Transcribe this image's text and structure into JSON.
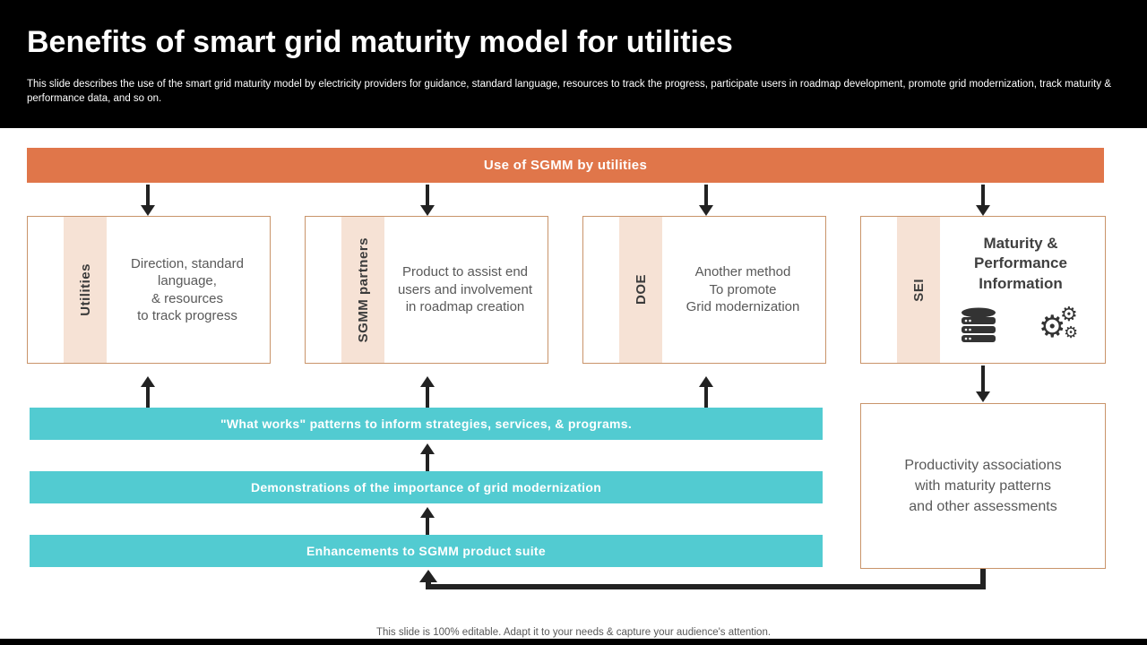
{
  "header": {
    "title": "Benefits of smart grid maturity model for utilities",
    "subtitle": "This slide describes the use of the smart grid maturity model by electricity providers for guidance, standard language, resources to track the progress, participate users in roadmap development, promote grid modernization, track maturity & performance data, and so on."
  },
  "banner": {
    "label": "Use of SGMM by utilities"
  },
  "boxes": [
    {
      "tag": "Utilities",
      "text": "Direction, standard\nlanguage,\n& resources\nto track progress"
    },
    {
      "tag": "SGMM partners",
      "text": "Product to assist end\nusers and involvement\nin roadmap creation"
    },
    {
      "tag": "DOE",
      "text": "Another method\nTo promote\nGrid modernization"
    },
    {
      "tag": "SEI",
      "heading": "Maturity &\nPerformance\nInformation",
      "icons": [
        "database-icon",
        "gears-icon"
      ]
    }
  ],
  "bars": [
    {
      "label": "\"What works\" patterns to inform strategies,  services,  & programs."
    },
    {
      "label": "Demonstrations  of the  importance of  grid modernization"
    },
    {
      "label": "Enhancements to SGMM product suite"
    }
  ],
  "result_box": {
    "text": "Productivity associations\nwith maturity patterns\nand other assessments"
  },
  "footer": {
    "note": "This slide is 100% editable. Adapt it to your needs & capture your audience's attention."
  },
  "colors": {
    "accent_orange": "#E0764A",
    "accent_teal": "#52CBD1",
    "strip_peach": "#F6E2D5",
    "border_tan": "#C9946A",
    "arrow_black": "#222222"
  }
}
